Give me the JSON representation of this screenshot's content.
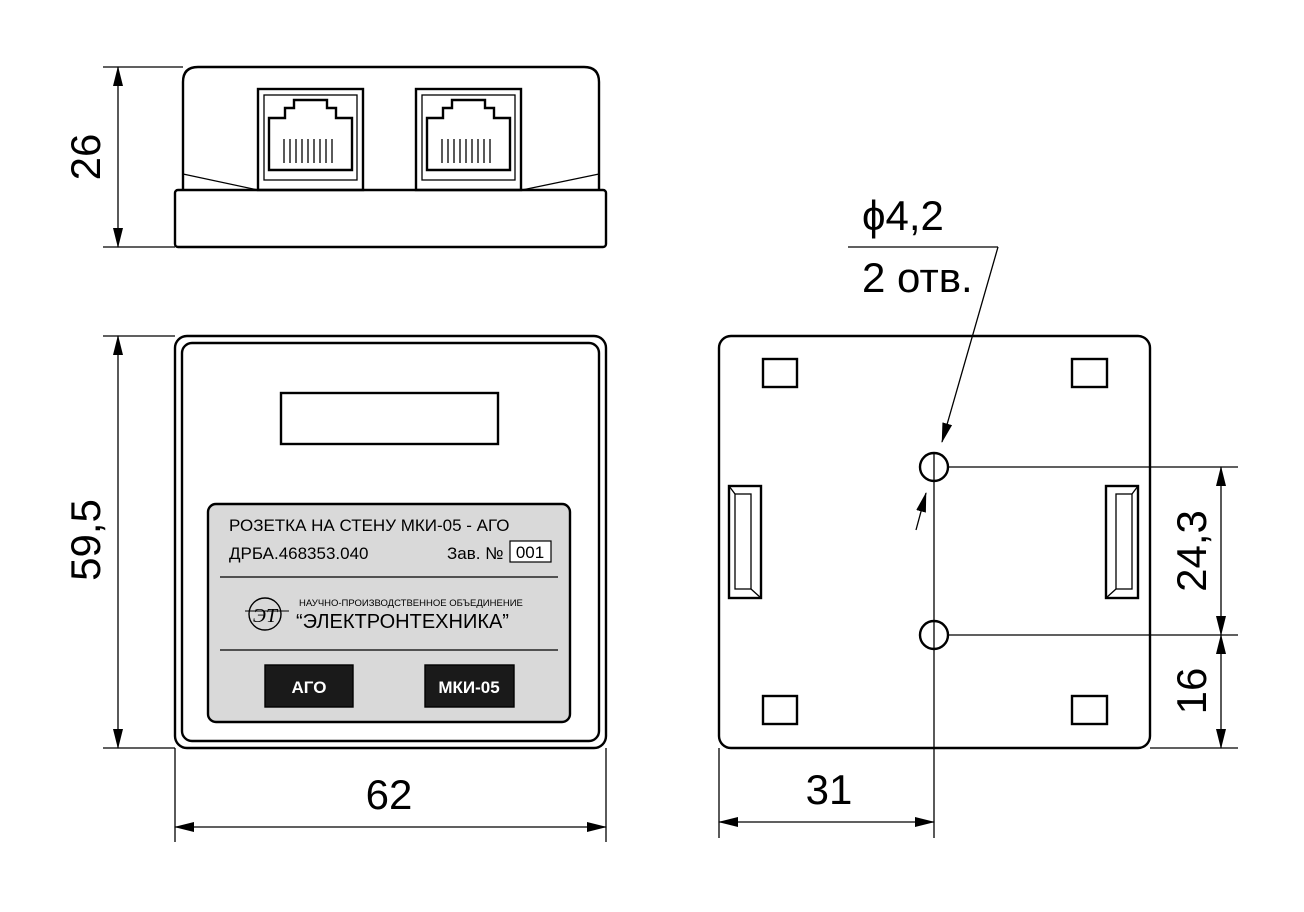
{
  "dimensions": {
    "height": "26",
    "depth": "59,5",
    "width": "62",
    "hole_offset": "31",
    "hole_spacing": "24,3",
    "hole_bottom": "16",
    "hole_diameter": "ϕ4,2",
    "hole_count": "2 отв."
  },
  "label_plate": {
    "product_name": "РОЗЕТКА НА СТЕНУ МКИ-05 - АГО",
    "part_number": "ДРБА.468353.040",
    "serial_label": "Зав. №",
    "serial_value": "001",
    "company_line1": "НАУЧНО-ПРОИЗВОДСТВЕННОЕ ОБЪЕДИНЕНИЕ",
    "company_line2": "“ЭЛЕКТРОНТЕХНИКА”",
    "logo_text": "ЭТ",
    "button_left": "АГО",
    "button_right": "МКИ-05"
  },
  "colors": {
    "plate_fill": "#d9d9d9",
    "button_fill": "#1a1a1a"
  }
}
